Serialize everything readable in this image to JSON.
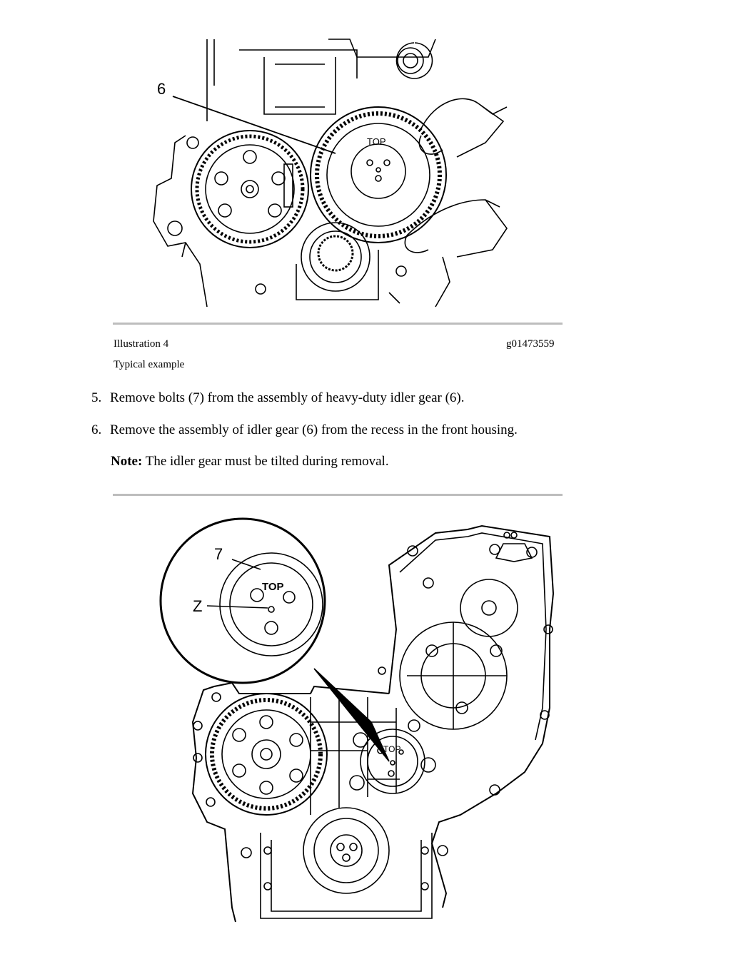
{
  "figure1": {
    "callout_label": "6",
    "gear_marking": "TOP"
  },
  "caption": {
    "illustration": "Illustration 4",
    "graphic_id": "g01473559",
    "description": "Typical example"
  },
  "steps": [
    {
      "number": "5.",
      "text": "Remove bolts (7) from the assembly of heavy-duty idler gear (6)."
    },
    {
      "number": "6.",
      "text": "Remove the assembly of idler gear (6) from the recess in the front housing."
    }
  ],
  "note": {
    "label": "Note:",
    "text": "The idler gear must be tilted during removal."
  },
  "figure2": {
    "callout_bolts": "7",
    "callout_z": "Z",
    "gear_marking": "TOP"
  }
}
